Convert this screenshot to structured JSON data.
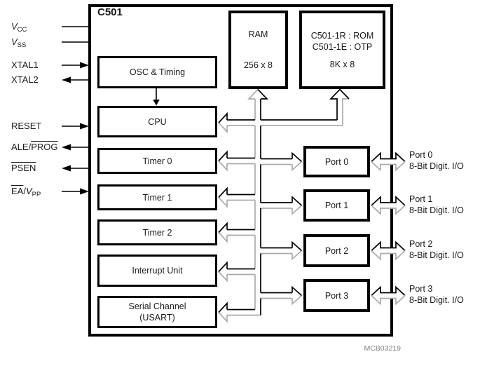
{
  "title": "C501",
  "caption": "MCB03219",
  "pins": [
    {
      "name": "vcc",
      "italic": "V",
      "sub": "CC"
    },
    {
      "name": "vss",
      "italic": "V",
      "sub": "SS"
    },
    {
      "name": "xtal1",
      "text": "XTAL1"
    },
    {
      "name": "xtal2",
      "text": "XTAL2"
    },
    {
      "name": "reset",
      "text": "RESET"
    },
    {
      "name": "ale-prog",
      "text": "ALE/",
      "over": "PROG"
    },
    {
      "name": "psen",
      "over": "PSEN"
    },
    {
      "name": "ea-vpp",
      "over": "EA",
      "text": "/",
      "italic": "V",
      "sub": "PP"
    }
  ],
  "blocks": {
    "osc": "OSC & Timing",
    "cpu": "CPU",
    "timer0": "Timer 0",
    "timer1": "Timer 1",
    "timer2": "Timer 2",
    "interrupt": "Interrupt Unit",
    "serial": {
      "line1": "Serial Channel",
      "line2": "(USART)"
    },
    "ram": {
      "title": "RAM",
      "size": "256 x 8"
    },
    "rom": {
      "line1": "C501-1R : ROM",
      "line2": "C501-1E : OTP",
      "size": "8K x 8"
    },
    "ports": [
      "Port 0",
      "Port 1",
      "Port 2",
      "Port 3"
    ]
  },
  "port_io": [
    {
      "line1": "Port 0",
      "line2": "8-Bit Digit. I/O"
    },
    {
      "line1": "Port 1",
      "line2": "8-Bit Digit. I/O"
    },
    {
      "line1": "Port 2",
      "line2": "8-Bit Digit. I/O"
    },
    {
      "line1": "Port 3",
      "line2": "8-Bit Digit. I/O"
    }
  ],
  "colors": {
    "line_black": "#000000",
    "bus_shadow_gray": "#ababab",
    "caption_gray": "#808080",
    "background": "#ffffff"
  }
}
